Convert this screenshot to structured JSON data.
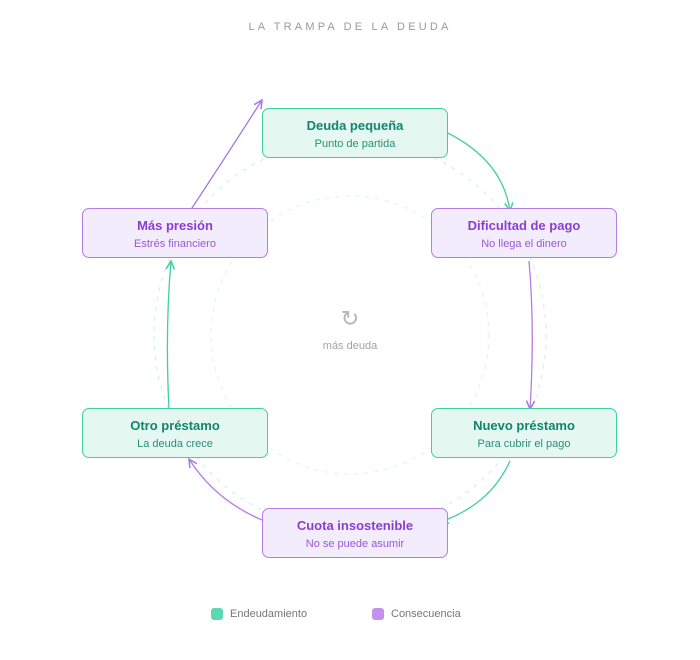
{
  "title": "LA TRAMPA DE LA DEUDA",
  "colors": {
    "green_border": "#3fcfa2",
    "green_fill": "#e4f7f1",
    "purple_border": "#b57ce6",
    "purple_fill": "#f3ecfd"
  },
  "nodes": [
    {
      "title": "Deuda pequeña",
      "subtitle": "Punto de partida",
      "kind": "Endeudamiento"
    },
    {
      "title": "Dificultad de pago",
      "subtitle": "No llega el dinero",
      "kind": "Consecuencia"
    },
    {
      "title": "Nuevo préstamo",
      "subtitle": "Para cubrir el pago",
      "kind": "Endeudamiento"
    },
    {
      "title": "Cuota insostenible",
      "subtitle": "No se puede asumir",
      "kind": "Consecuencia"
    },
    {
      "title": "Otro préstamo",
      "subtitle": "La deuda crece",
      "kind": "Endeudamiento"
    },
    {
      "title": "Más presión",
      "subtitle": "Estrés financiero",
      "kind": "Consecuencia"
    }
  ],
  "center": {
    "icon": "cycle-arrow-icon",
    "glyph": "↻",
    "label": "más deuda"
  },
  "legend": [
    {
      "label": "Endeudamiento",
      "color": "#5cd9b4"
    },
    {
      "label": "Consecuencia",
      "color": "#c293ee"
    }
  ]
}
